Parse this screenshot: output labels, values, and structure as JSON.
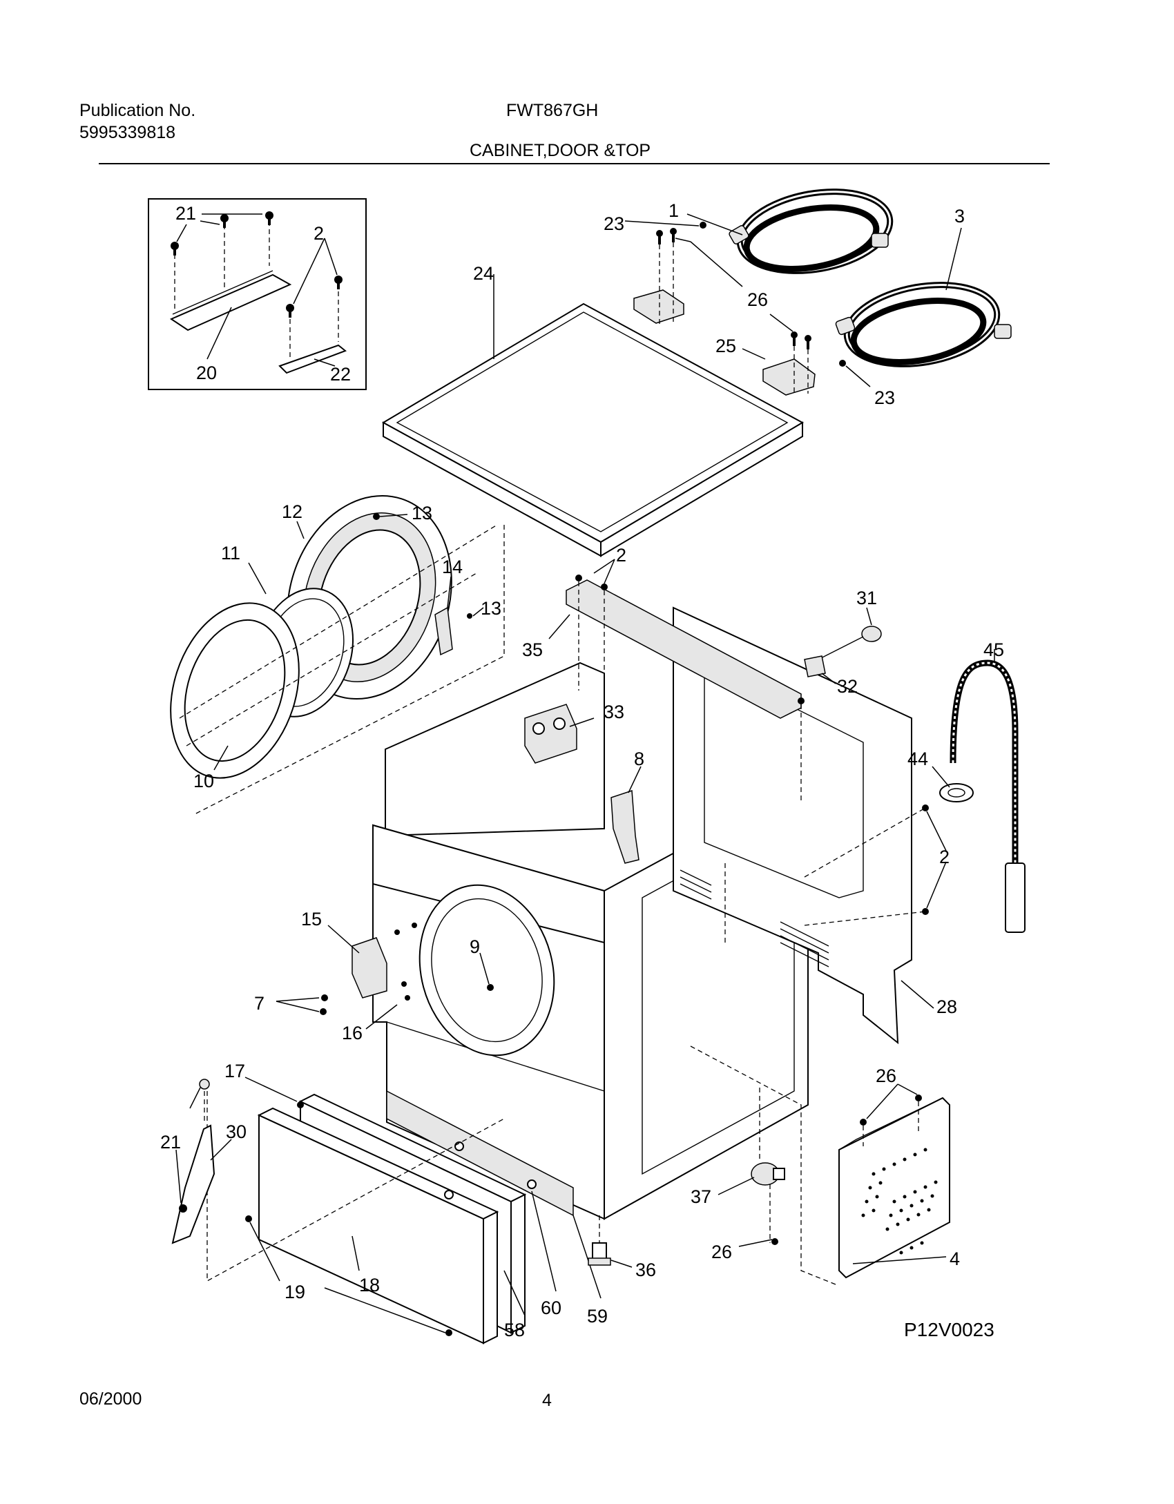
{
  "header": {
    "publication_label": "Publication No.",
    "publication_number": "5995339818",
    "model": "FWT867GH",
    "section_title": "CABINET,DOOR &TOP"
  },
  "footer": {
    "date": "06/2000",
    "page_number": "4",
    "drawing_code": "P12V0023"
  },
  "callouts": {
    "c1": "1",
    "c2": "2",
    "c3": "3",
    "c4": "4",
    "c7": "7",
    "c8": "8",
    "c9": "9",
    "c10": "10",
    "c11": "11",
    "c12": "12",
    "c13": "13",
    "c14": "14",
    "c15": "15",
    "c16": "16",
    "c17": "17",
    "c18": "18",
    "c19": "19",
    "c20": "20",
    "c21": "21",
    "c22": "22",
    "c23": "23",
    "c24": "24",
    "c25": "25",
    "c26": "26",
    "c28": "28",
    "c30": "30",
    "c31": "31",
    "c32": "32",
    "c33": "33",
    "c35": "35",
    "c36": "36",
    "c37": "37",
    "c44": "44",
    "c45": "45",
    "c58": "58",
    "c59": "59",
    "c60": "60"
  }
}
